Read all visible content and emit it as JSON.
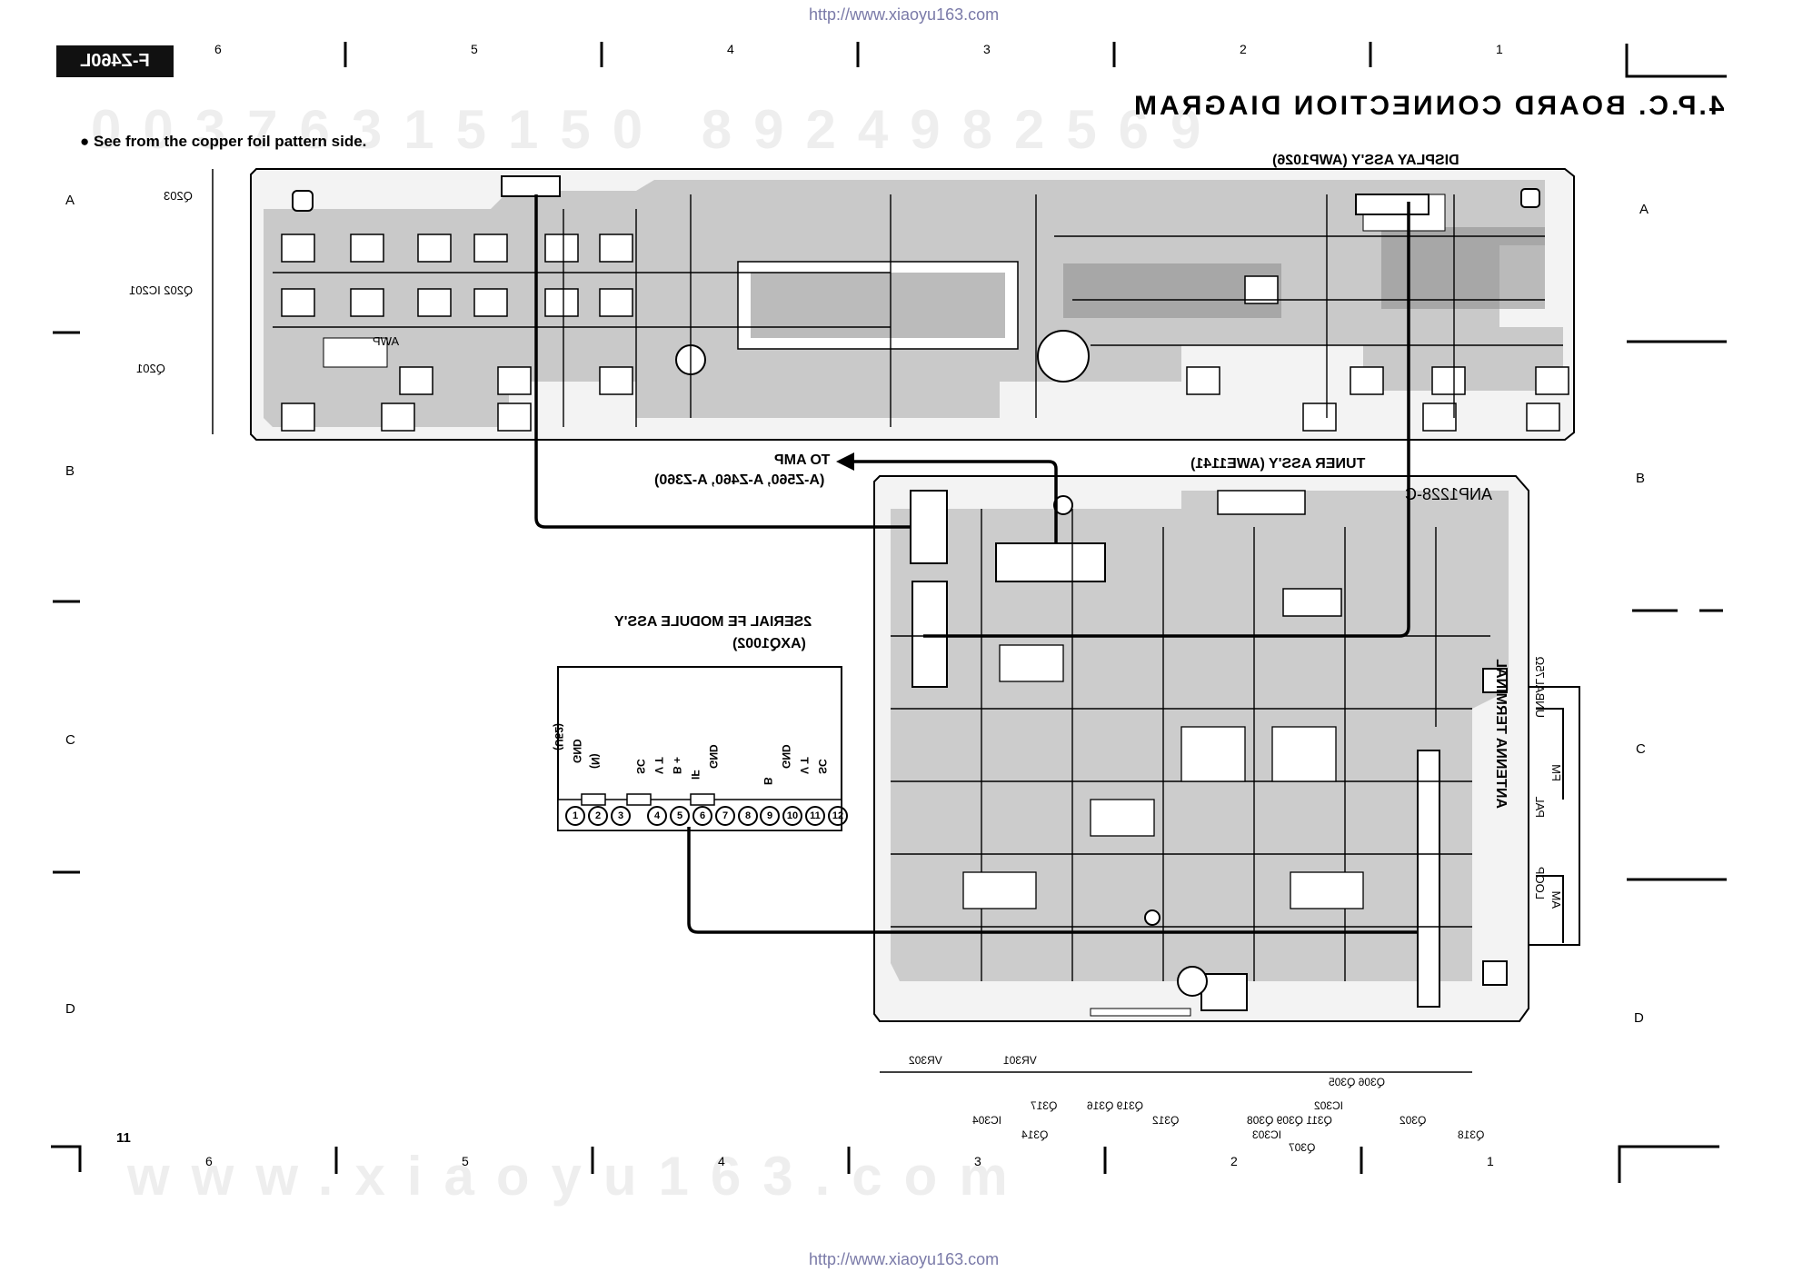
{
  "header": {
    "url_top": "http://www.xiaoyu163.com",
    "url_bottom": "http://www.xiaoyu163.com",
    "model": "F-Z460L",
    "title": "4.P.C. BOARD CONNECTION DIAGRAM",
    "note": "See from the copper foil pattern side.",
    "page_number": "11"
  },
  "grid": {
    "top_numbers": [
      "6",
      "5",
      "4",
      "3",
      "2",
      "1"
    ],
    "bottom_numbers": [
      "6",
      "5",
      "4",
      "3",
      "2",
      "1"
    ],
    "left_letters": [
      "A",
      "B",
      "C",
      "D"
    ],
    "right_letters": [
      "A",
      "B",
      "C",
      "D"
    ]
  },
  "labels": {
    "display_assy": "DISPLAY ASS'Y (AWP1026)",
    "tuner_assy": "TUNER ASS'Y (AWE1141)",
    "to_amp": "TO AMP",
    "to_amp_models": "(A-Z560, A-Z460, A-Z360)",
    "fe_module_1": "2SERIAL FE MODULE ASS'Y",
    "fe_module_2": "(AXQ1002)",
    "antenna_terminal": "ANTENNA TERMINAL",
    "fm": "FM",
    "fm_sub": "UNBAL75Ω",
    "pal": "PAL",
    "am": "AM",
    "am_sub": "LOOP",
    "board_marking": "AWP",
    "tuner_marking": "ANP1228-C"
  },
  "refs": {
    "left_q203": "Q203",
    "left_q202_ic201": "Q202 IC201",
    "left_q201": "Q201",
    "vr302": "VR302",
    "vr301": "VR301",
    "q306_q305": "Q306 Q305",
    "ic302": "IC302",
    "q317": "Q317",
    "q319_q316": "Q319  Q316",
    "q312": "Q312",
    "q311_q309_q308": "Q311  Q309 Q308",
    "q302": "Q302",
    "ic304": "IC304",
    "q314": "Q314",
    "ic303": "IC303",
    "q318": "Q318",
    "q307": "Q307"
  },
  "fe_pins": {
    "group1_labels": [
      "(U52)",
      "GND",
      "(N)"
    ],
    "group1_nums": [
      "1",
      "2",
      "3"
    ],
    "group2_labels": [
      "SC",
      "V T",
      "B +",
      "IF",
      "GND"
    ],
    "group2_nums": [
      "4",
      "5",
      "6",
      "7",
      "8"
    ],
    "group3_labels": [
      "B",
      "GND",
      "V T",
      "SC"
    ],
    "group3_nums": [
      "9",
      "10",
      "11",
      "12"
    ]
  },
  "colors": {
    "ink": "#000000",
    "board_fill": "#f2f2f2",
    "copper": "#9a9a9a",
    "watermark": "#eeeeee"
  }
}
